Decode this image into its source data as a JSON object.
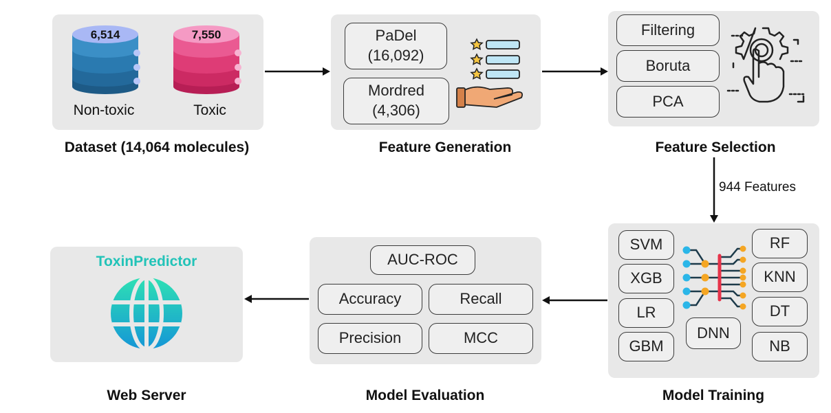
{
  "dataset": {
    "label": "Dataset (14,064 molecules)",
    "nontoxic": {
      "count": "6,514",
      "label": "Non-toxic"
    },
    "toxic": {
      "count": "7,550",
      "label": "Toxic"
    }
  },
  "feature_generation": {
    "label": "Feature Generation",
    "padel": {
      "name": "PaDel",
      "count": "(16,092)"
    },
    "mordred": {
      "name": "Mordred",
      "count": "(4,306)"
    }
  },
  "feature_selection": {
    "label": "Feature Selection",
    "methods": [
      "Filtering",
      "Boruta",
      "PCA"
    ]
  },
  "arrow_label": "944 Features",
  "model_training": {
    "label": "Model Training",
    "left_models": [
      "SVM",
      "XGB",
      "LR",
      "GBM"
    ],
    "right_models": [
      "RF",
      "KNN",
      "DT",
      "NB"
    ],
    "center_model": "DNN"
  },
  "model_evaluation": {
    "label": "Model Evaluation",
    "metrics": [
      "AUC-ROC",
      "Accuracy",
      "Recall",
      "Precision",
      "MCC"
    ]
  },
  "web_server": {
    "label": "Web Server",
    "name": "ToxinPredictor"
  },
  "colors": {
    "nontoxic_top": "#a9b8f5",
    "nontoxic_body": "#2e7bb0",
    "toxic_top": "#f59ac4",
    "toxic_body": "#d9336f",
    "teal": "#22c3b8",
    "panel": "#e8e8e8"
  },
  "icons": [
    "database-icon",
    "rating-list-hand-icon",
    "touch-gear-icon",
    "neural-network-icon",
    "globe-icon"
  ]
}
